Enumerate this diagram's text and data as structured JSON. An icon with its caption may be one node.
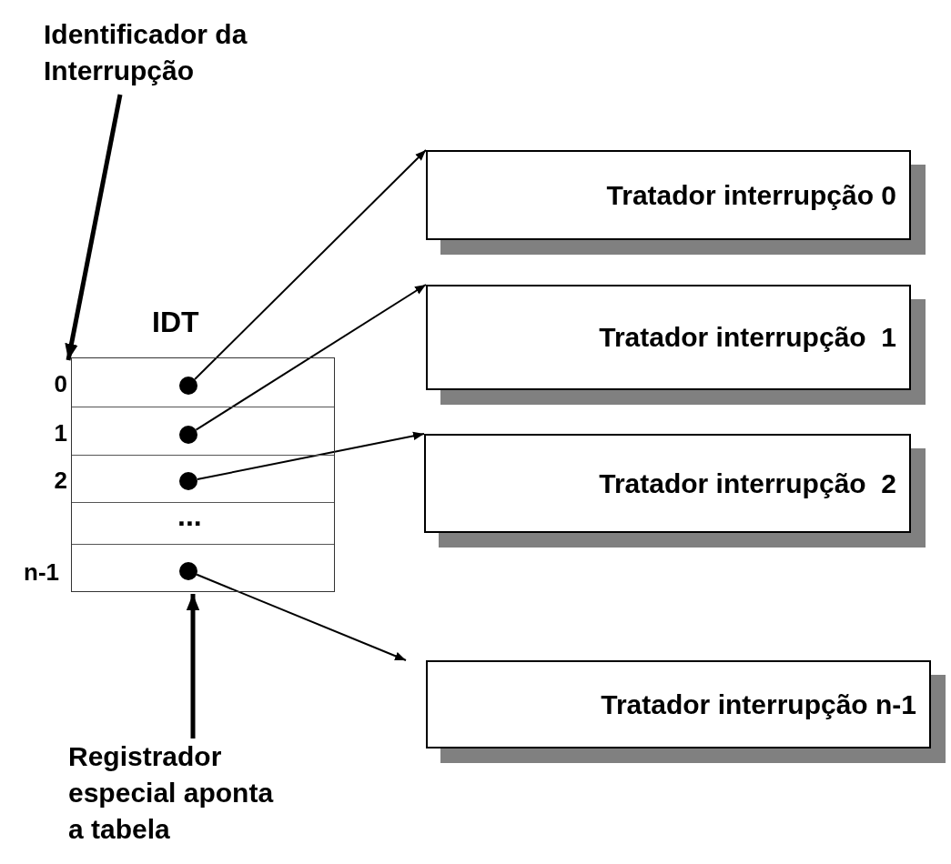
{
  "diagram": {
    "nodes": [
      {
        "text": [
          "Identificador da Interrupção"
        ]
      },
      {
        "text": [
          "IDT"
        ]
      },
      {
        "text": [],
        "shape": "box",
        "in": 1,
        "beside": [
          "0"
        ]
      },
      {
        "text": [],
        "shape": "circle",
        "in": 2
      },
      {
        "text": [],
        "shape": "box",
        "in": 1,
        "beside": [
          "1"
        ]
      },
      {
        "text": [],
        "shape": "circle",
        "in": 4
      },
      {
        "text": [],
        "shape": "box",
        "in": 1,
        "beside": [
          "2"
        ]
      },
      {
        "text": [],
        "shape": "circle",
        "in": 6
      },
      {
        "text": [
          "..."
        ],
        "in": 1
      },
      {
        "text": [],
        "shape": "box",
        "in": 1
      },
      {
        "text": [],
        "shape": "circle",
        "in": 9
      },
      {
        "text": [
          "Tratador interrupção 0"
        ]
      },
      {
        "text": [
          "Tratador interrupção  1"
        ]
      },
      {
        "text": [
          "Tratador interrupção  2"
        ]
      },
      {
        "text": [
          "Tratador interrupção n-1"
        ]
      },
      {
        "text": [
          "Registrador especial aponta a tabela"
        ]
      }
    ],
    "edges": [
      {
        "from": 0,
        "to": 2,
        "arrow": "to",
        "style": "thick"
      },
      {
        "from": 3,
        "to": 11,
        "arrow": "to"
      },
      {
        "from": 5,
        "to": 12,
        "arrow": "to"
      },
      {
        "from": 7,
        "to": 13,
        "arrow": "to"
      },
      {
        "from": 10,
        "to": 14,
        "arrow": "to"
      },
      {
        "from": 15,
        "to": 1,
        "arrow": "to",
        "style": "thick"
      }
    ],
    "labels": [
      "n-1"
    ]
  }
}
